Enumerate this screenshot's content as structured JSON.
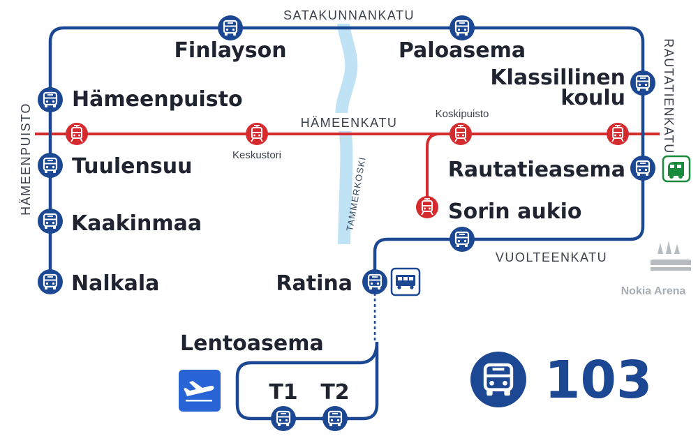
{
  "colors": {
    "bus": "#1c4792",
    "tram": "#d52b2f",
    "river": "#bfe3f5",
    "train": "#1a8a3c",
    "airport": "#2864d6",
    "arena": "#b8bcc1"
  },
  "streets": {
    "satakunnankatu": "SATAKUNNANKATU",
    "hameenkatu": "HÄMEENKATU",
    "vuolteenkatu": "VUOLTEENKATU",
    "hameenpuisto": "HÄMEENPUISTO",
    "rautatienkatu": "RAUTATIENKATU"
  },
  "river": {
    "name": "TAMMERKOSKI"
  },
  "bus_stops": {
    "finlayson": "Finlayson",
    "paloasema": "Paloasema",
    "hameenpuisto": "Hämeenpuisto",
    "klassillinen_line1": "Klassillinen",
    "klassillinen_line2": "koulu",
    "tuulensuu": "Tuulensuu",
    "kaakinmaa": "Kaakinmaa",
    "nalkala": "Nalkala",
    "rautatieasema": "Rautatieasema",
    "sorin_aukio": "Sorin aukio",
    "ratina": "Ratina",
    "lentoasema": "Lentoasema",
    "t1": "T1",
    "t2": "T2"
  },
  "tram_stops": {
    "keskustori": "Keskustori",
    "koskipuisto": "Koskipuisto"
  },
  "landmarks": {
    "nokia_arena": "Nokia Arena"
  },
  "route": {
    "number": "103"
  },
  "icons": {
    "bus": "bus-icon",
    "tram": "tram-icon",
    "train": "train-icon",
    "airplane": "airplane-icon",
    "coach": "coach-bus-icon",
    "arena": "arena-icon"
  }
}
